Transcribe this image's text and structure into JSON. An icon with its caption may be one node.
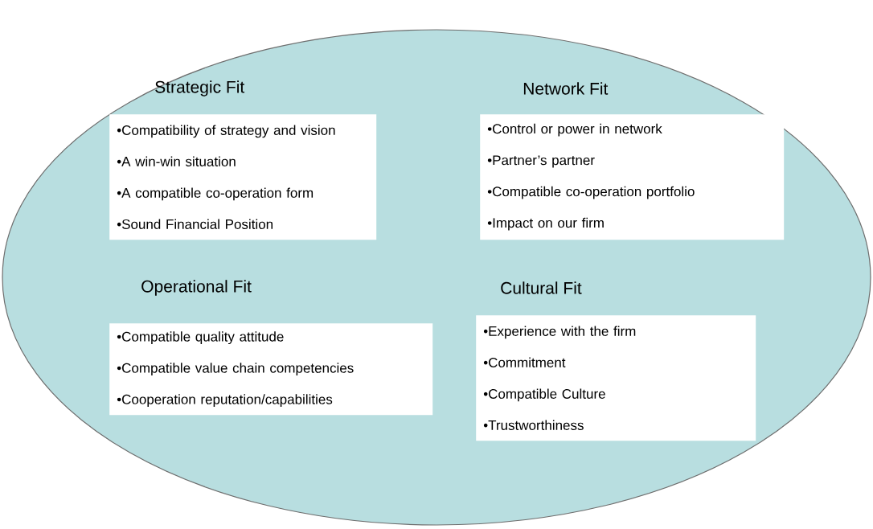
{
  "diagram": {
    "nodes": [
      {
        "text": [],
        "shape": "ellipse"
      },
      {
        "text": [
          "Strategic Fit",
          "•Compatibility of strategy and vision",
          "•A win-win situation",
          "•A compatible co-operation form",
          "•Sound Financial Position"
        ],
        "in": 0
      },
      {
        "text": [
          "Network Fit",
          "•Control or power in network",
          "•Partner’s partner",
          "•Compatible co-operation portfolio",
          "•Impact on our firm"
        ],
        "in": 0
      },
      {
        "text": [
          "Operational Fit",
          "•Compatible quality attitude",
          "•Compatible value chain competencies",
          "•Cooperation reputation/capabilities"
        ],
        "in": 0
      },
      {
        "text": [
          "Cultural Fit",
          "•Experience with the firm",
          "•Commitment",
          "•Compatible Culture",
          "•Trustworthiness"
        ],
        "in": 0
      }
    ]
  }
}
